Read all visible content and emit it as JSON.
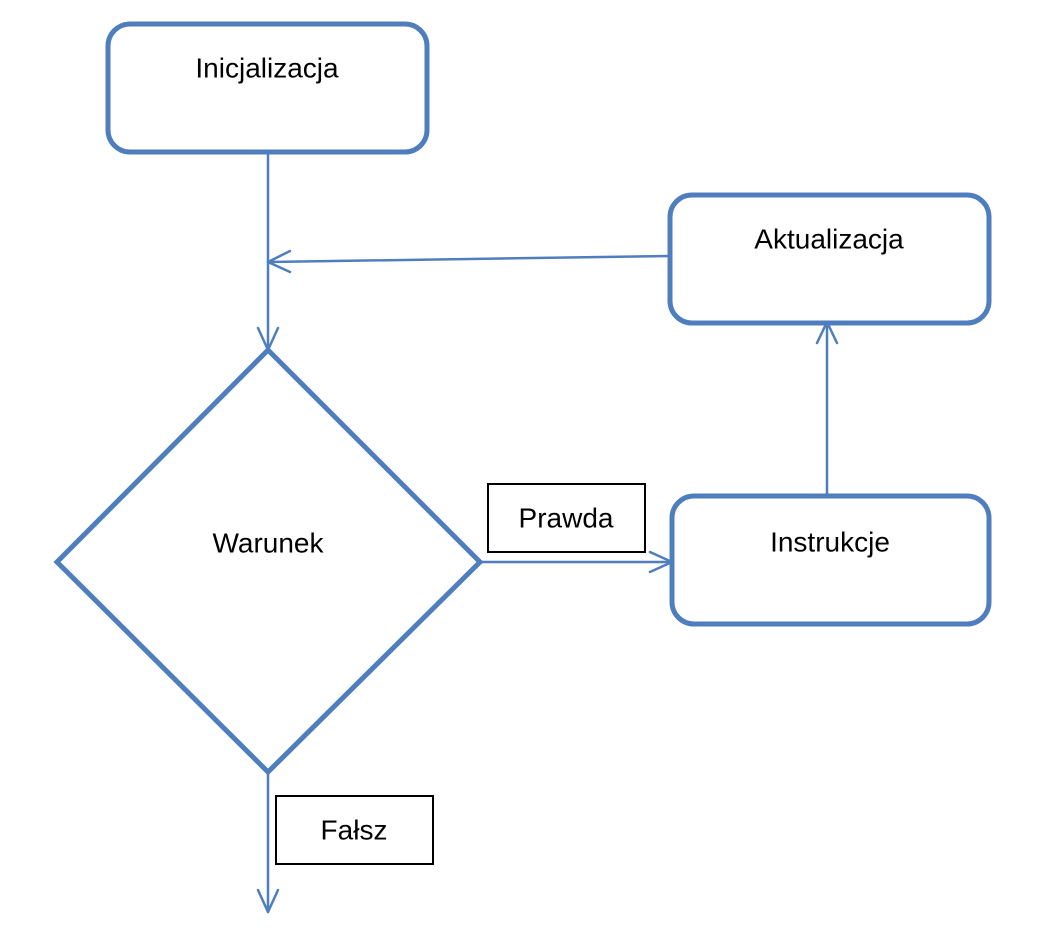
{
  "colors": {
    "shape_stroke": "#4f7ebf",
    "connector": "#4f7ebf",
    "label_border": "#000000",
    "text": "#000000",
    "background": "#ffffff"
  },
  "nodes": {
    "initialization": "Inicjalizacja",
    "update": "Aktualizacja",
    "condition": "Warunek",
    "instructions": "Instrukcje"
  },
  "edge_labels": {
    "true": "Prawda",
    "false": "Fałsz"
  }
}
